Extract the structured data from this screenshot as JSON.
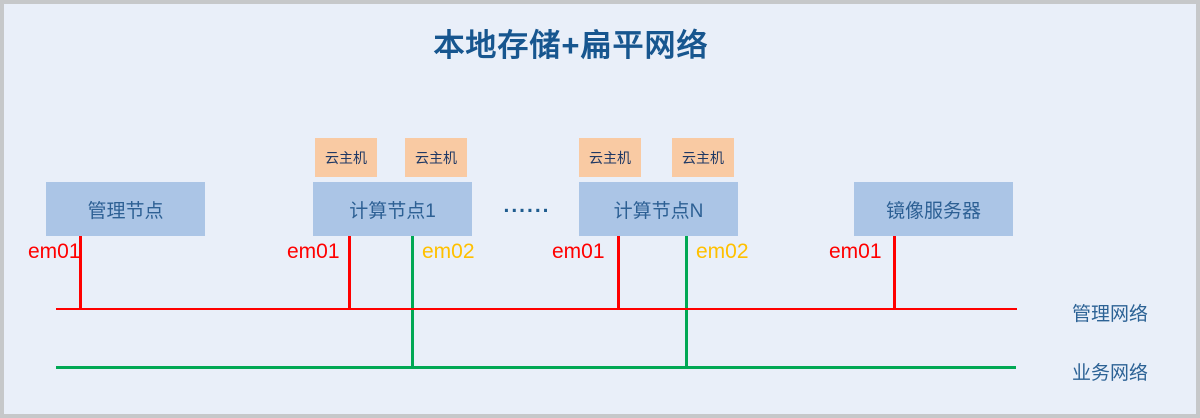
{
  "title": "本地存储+扁平网络",
  "nodes": {
    "mgmt": "管理节点",
    "compute1": "计算节点1",
    "computeN": "计算节点N",
    "image_server": "镜像服务器"
  },
  "vm_label": "云主机",
  "ellipsis": "......",
  "nic_labels": {
    "em01": "em01",
    "em02": "em02"
  },
  "network_labels": {
    "mgmt": "管理网络",
    "business": "业务网络"
  },
  "colors": {
    "mgmt_network_line": "#ff0000",
    "business_network_line": "#00a854",
    "em01_text": "#ff0000",
    "em02_text": "#ffc000",
    "node_fill": "#abc5e6",
    "node_text": "#2d6094",
    "vm_fill": "#f9caa3",
    "vm_text": "#1f3864",
    "title_text": "#17568f",
    "background": "#e9eff9"
  }
}
